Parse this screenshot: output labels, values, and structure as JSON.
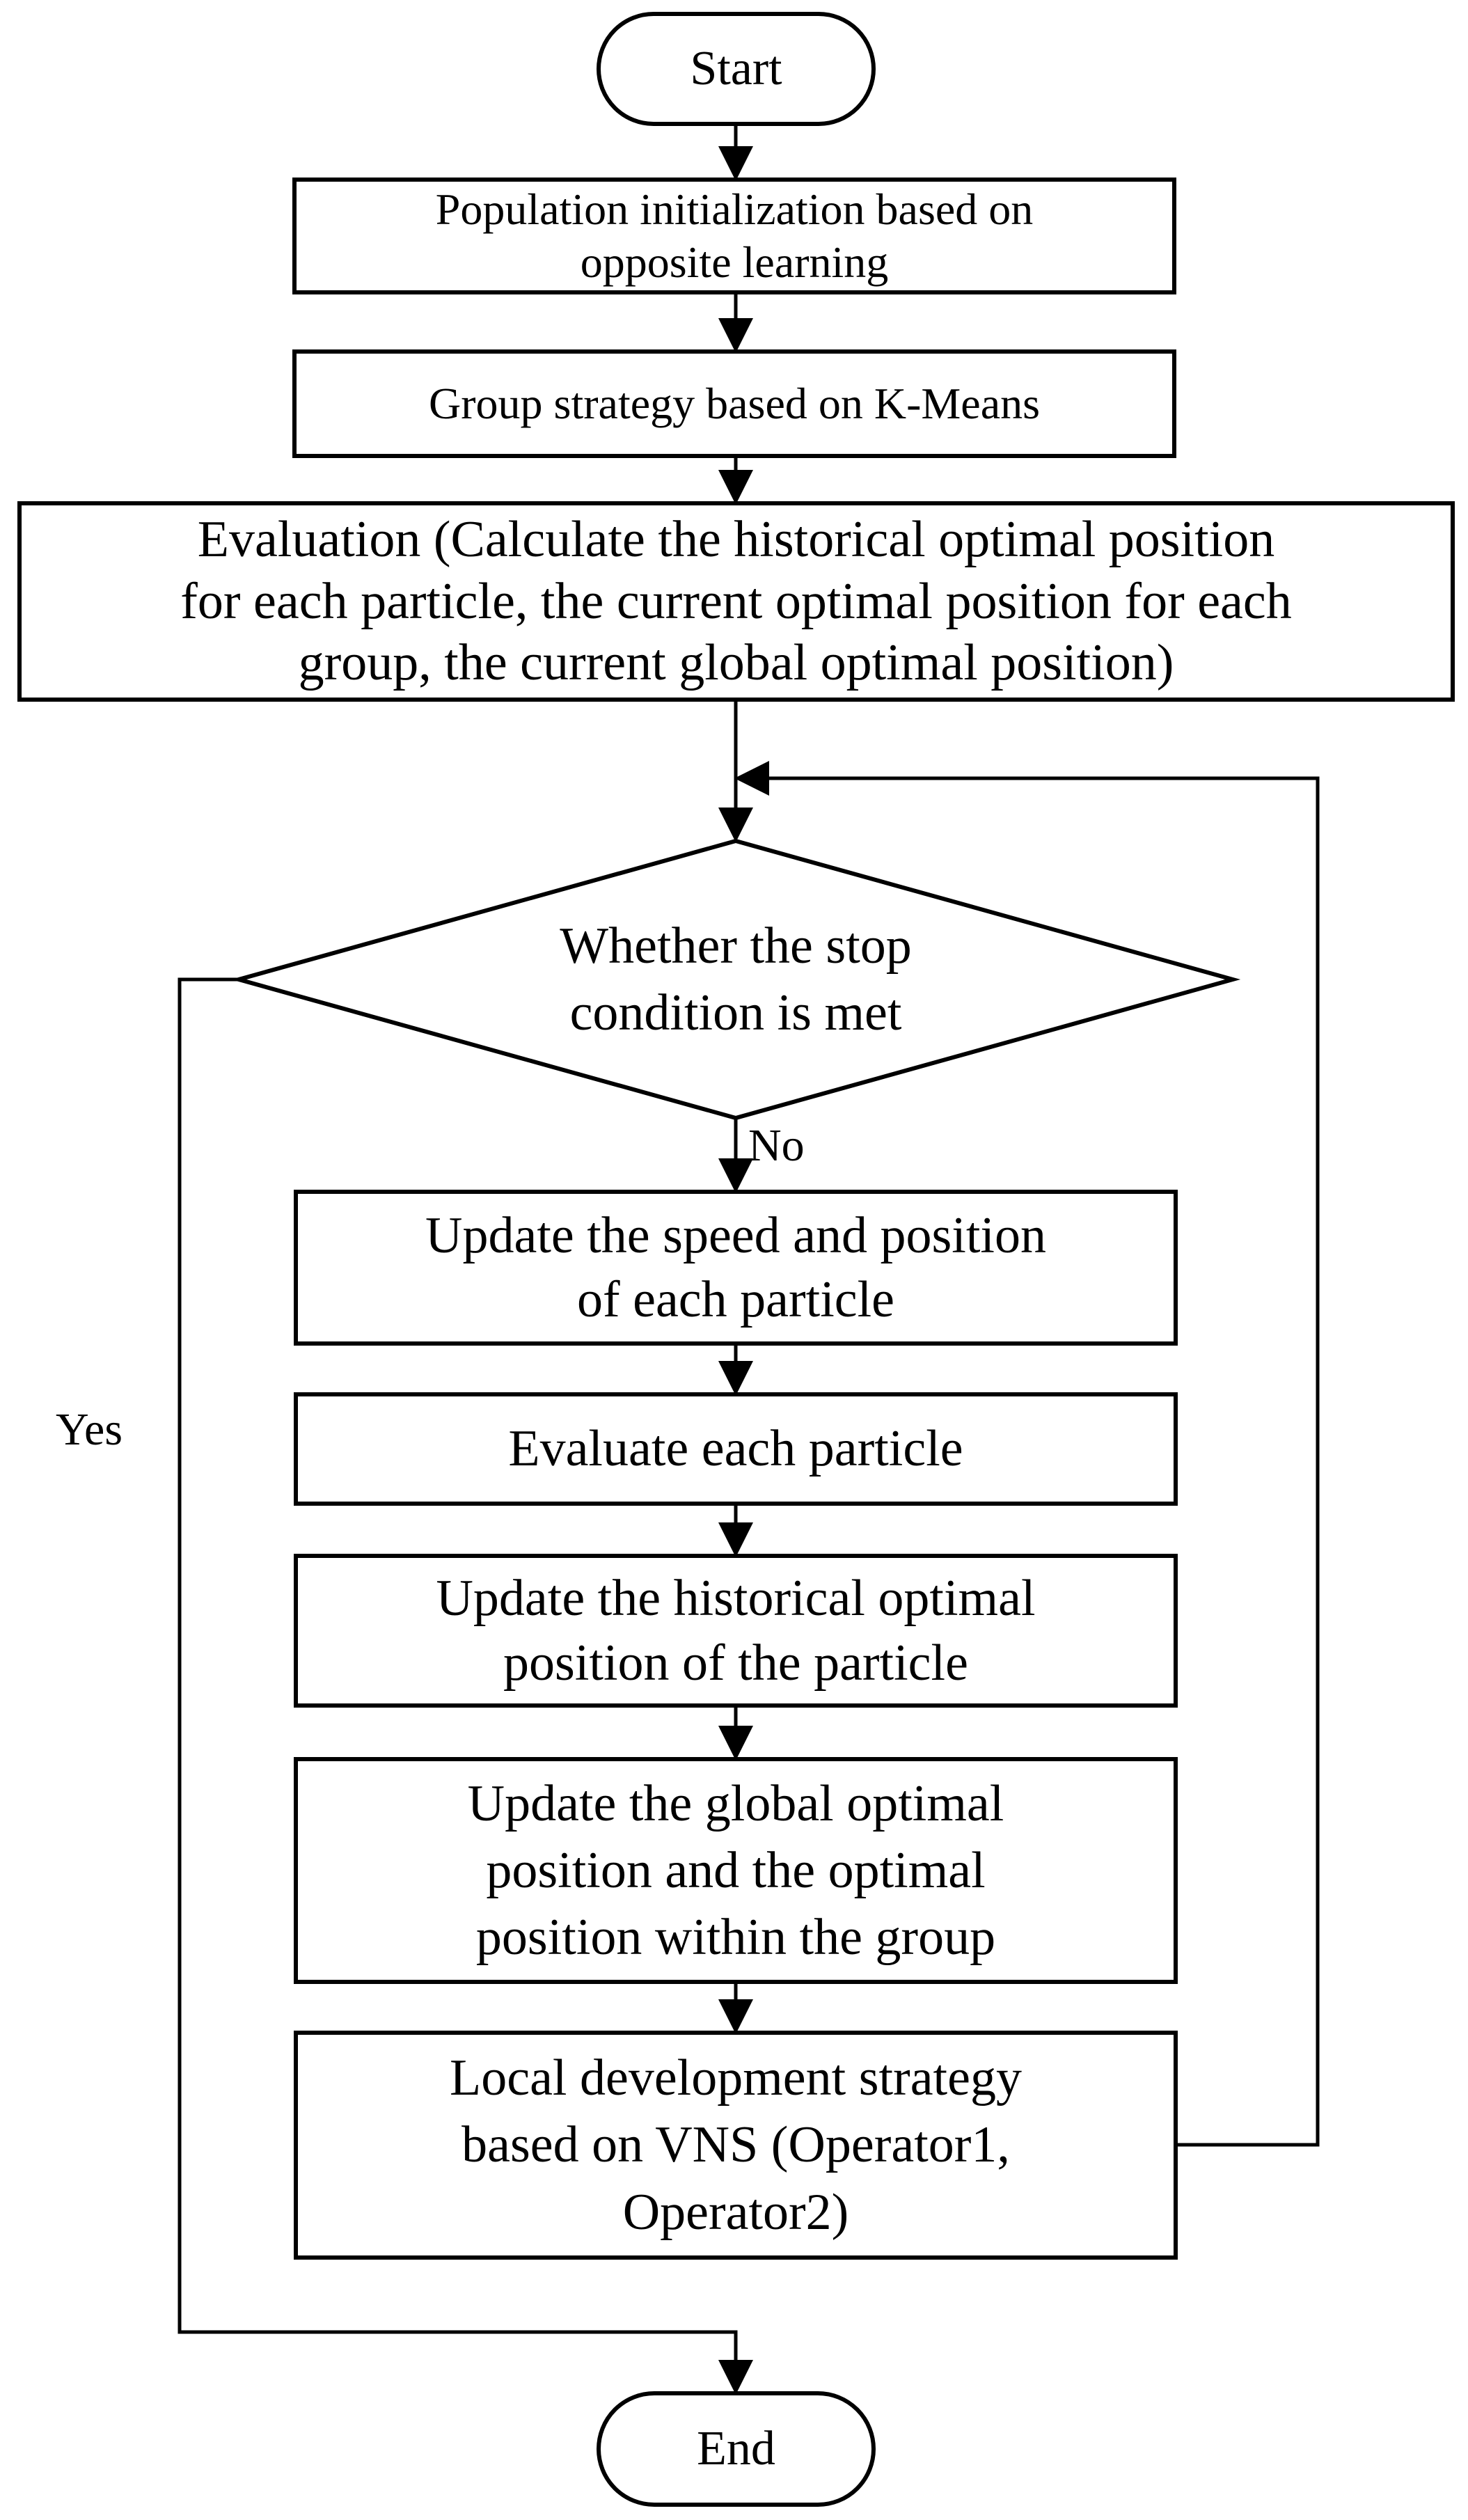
{
  "diagram": {
    "nodes": {
      "start": {
        "text": "Start"
      },
      "init": {
        "lines": [
          "Population initialization based on",
          "opposite learning"
        ]
      },
      "group": {
        "text": "Group strategy based on K-Means"
      },
      "evaluation": {
        "lines": [
          "Evaluation (Calculate the historical optimal position",
          "for each particle, the current optimal position for each",
          "group, the current global optimal position)"
        ]
      },
      "decision": {
        "lines": [
          "Whether the stop",
          "condition is met"
        ]
      },
      "update_speed": {
        "lines": [
          "Update the speed and position",
          "of each particle"
        ]
      },
      "evaluate_each": {
        "text": "Evaluate each particle"
      },
      "update_hist": {
        "lines": [
          "Update the historical optimal",
          "position of the particle"
        ]
      },
      "update_global": {
        "lines": [
          "Update the global optimal",
          "position and the optimal",
          "position within the group"
        ]
      },
      "local_dev": {
        "lines": [
          "Local development strategy",
          "based on VNS (Operator1,",
          "Operator2)"
        ]
      },
      "end": {
        "text": "End"
      }
    },
    "edge_labels": {
      "no": "No",
      "yes": "Yes"
    },
    "colors": {
      "stroke": "#000000",
      "fill": "#ffffff",
      "text": "#000000"
    }
  }
}
